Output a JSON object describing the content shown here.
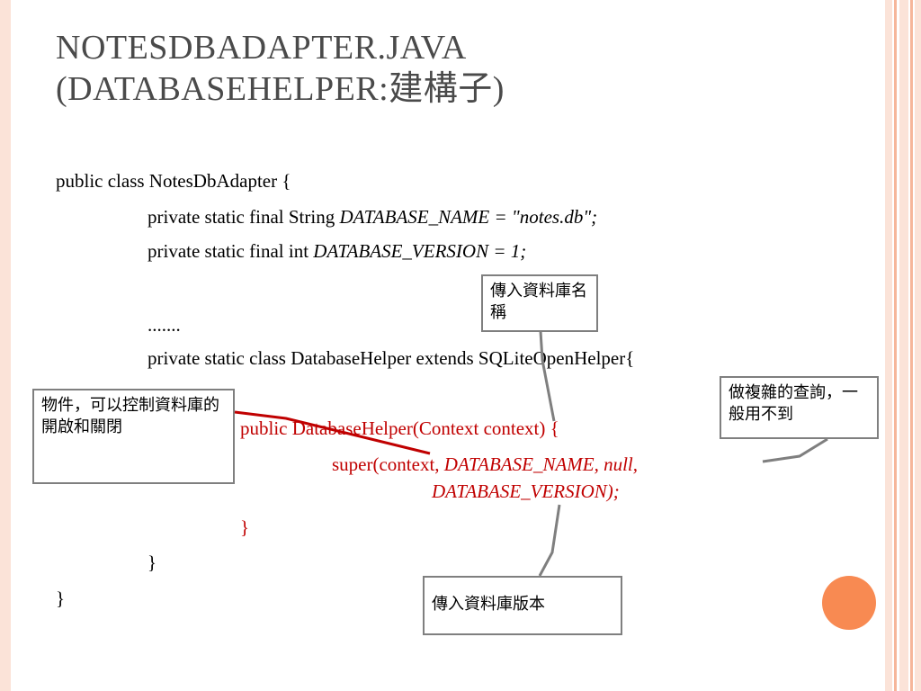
{
  "title": {
    "line1": "NOTESDBADAPTER.JAVA",
    "line2": "(DATABASEHELPER:建構子)"
  },
  "code": {
    "l1": "public class NotesDbAdapter {",
    "l2_plain": "private static final String ",
    "l2_italic": "DATABASE_NAME = \"notes.db\";",
    "l3_plain": "private static final int ",
    "l3_italic": "DATABASE_VERSION = 1;",
    "l4": ".......",
    "l5": "private static class DatabaseHelper extends SQLiteOpenHelper{",
    "l6": "public DatabaseHelper(Context context) {",
    "l7_plain": "super(context, ",
    "l7_italic": "DATABASE_NAME, null,",
    "l8_italic": "DATABASE_VERSION);",
    "l9": "}",
    "l10": "}",
    "l11": "}"
  },
  "callouts": {
    "db_name": "傳入資料庫名稱",
    "object": "物件，可以控制資料庫的開啟和關閉",
    "complex_query": "做複雜的查詢，一般用不到",
    "db_version": "傳入資料庫版本"
  },
  "colors": {
    "title": "#4a4a4a",
    "code_red": "#c00000",
    "accent_circle": "#f88a52",
    "border_stripe": "#fbe3d8",
    "callout_border": "#7f7f7f"
  }
}
